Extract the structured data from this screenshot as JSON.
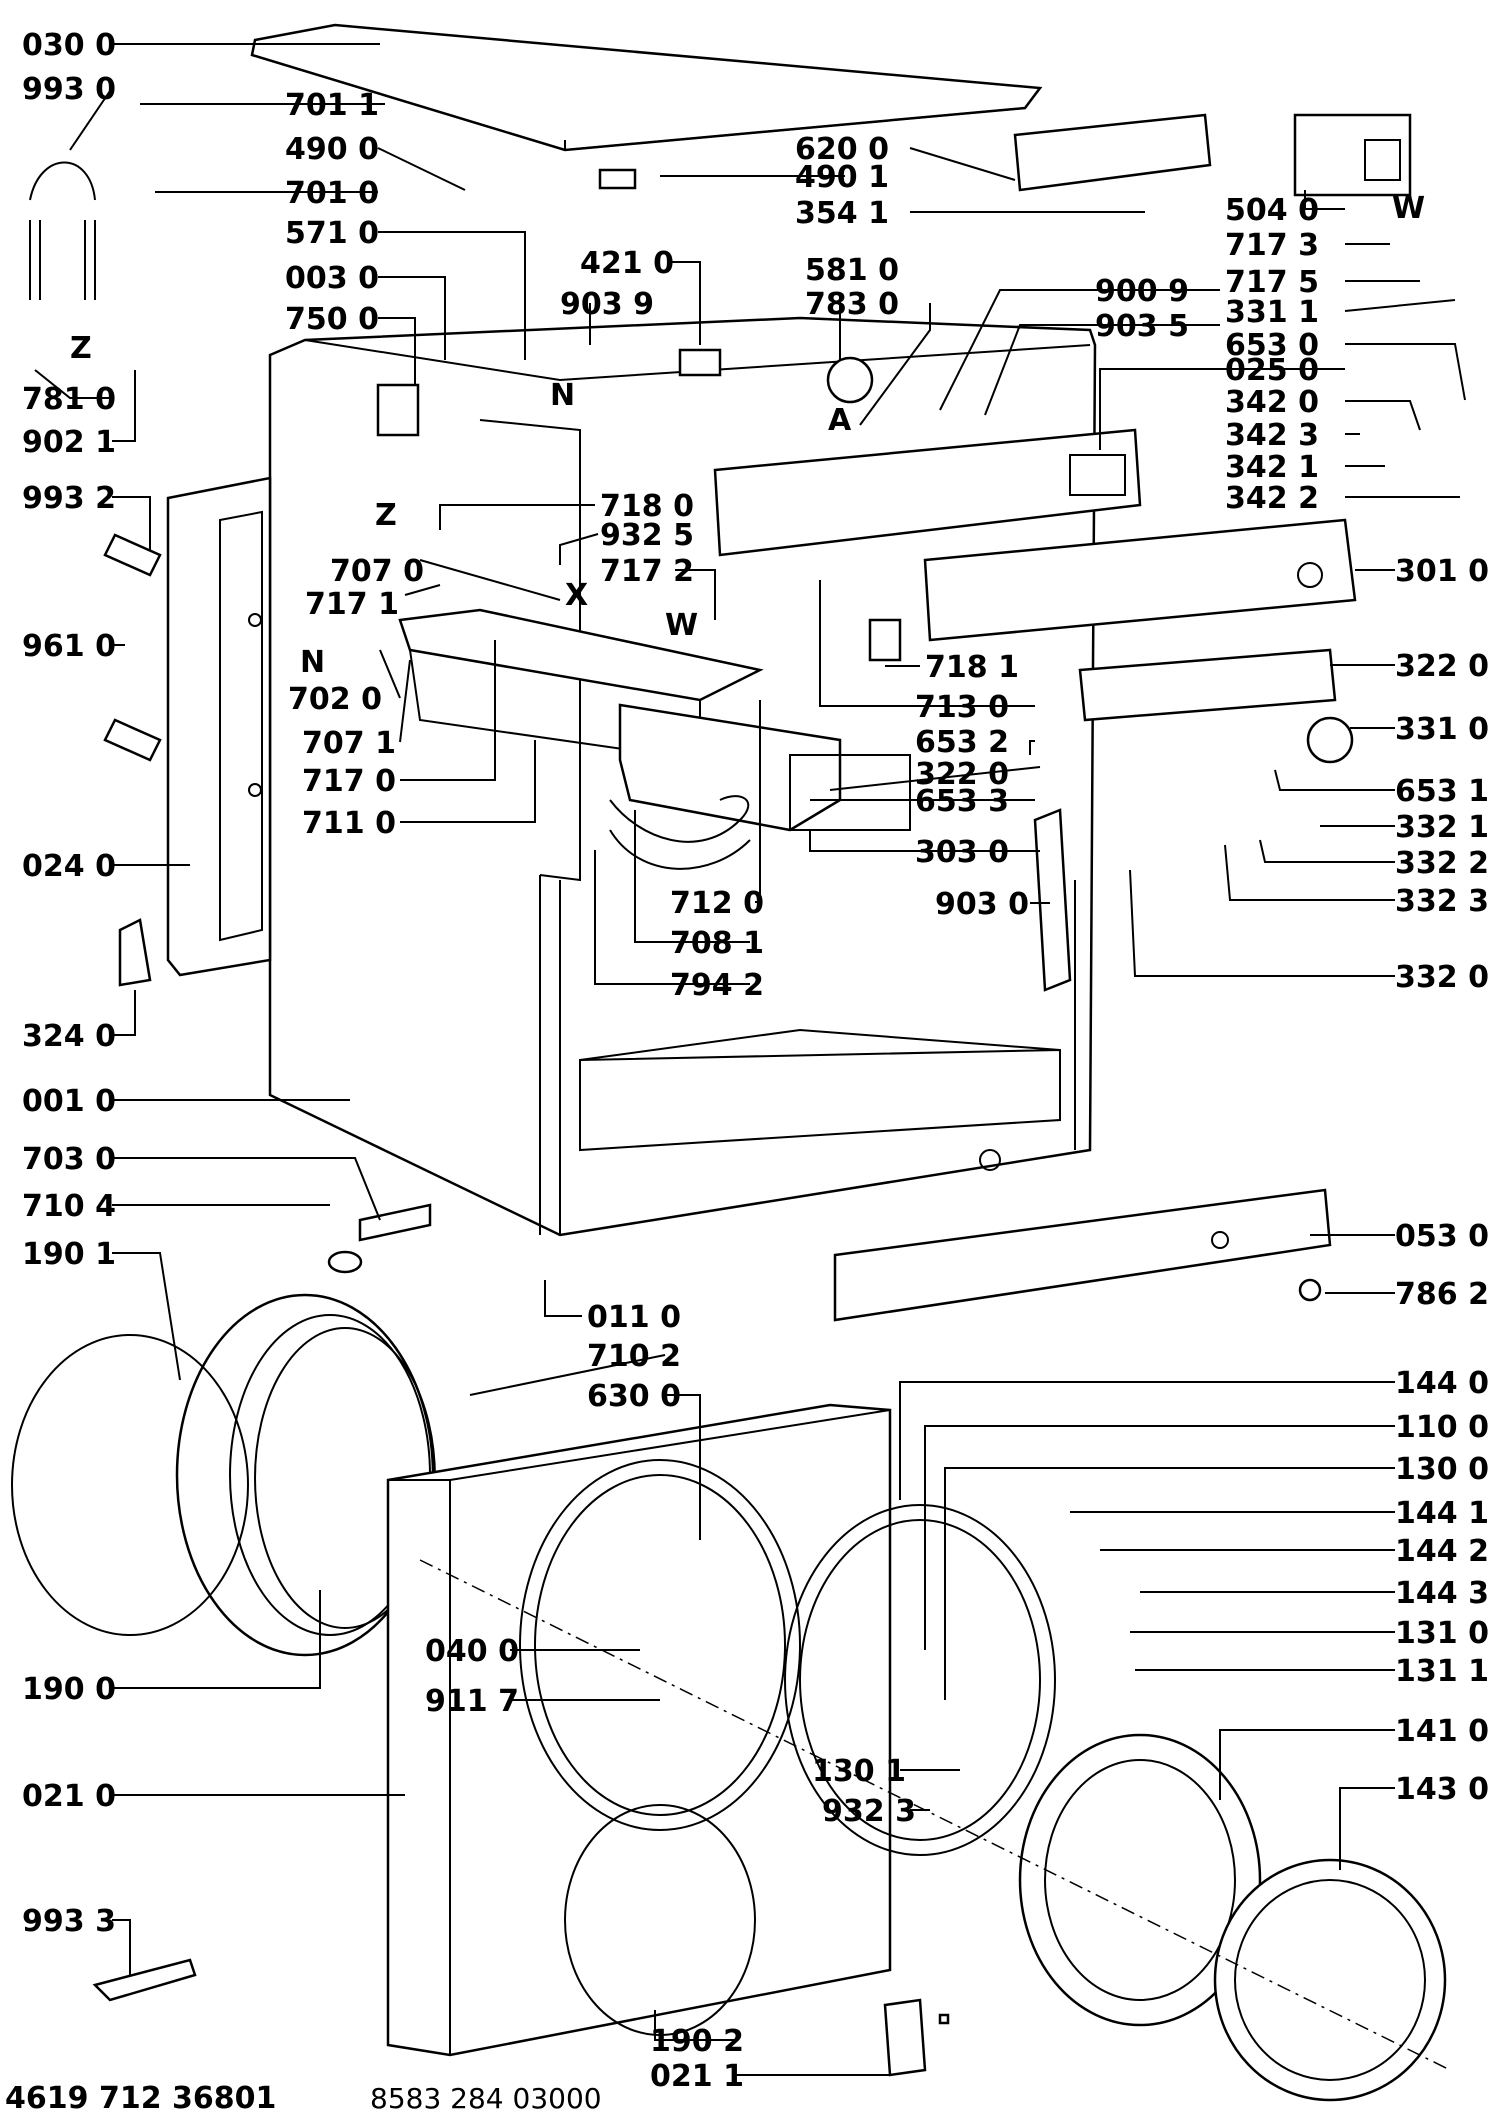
{
  "callouts_left": [
    {
      "code": "030 0"
    },
    {
      "code": "993 0"
    },
    {
      "code": "701 1"
    },
    {
      "code": "490 0"
    },
    {
      "code": "701 0"
    },
    {
      "code": "571 0"
    },
    {
      "code": "003 0"
    },
    {
      "code": "750 0"
    },
    {
      "code": "781 0"
    },
    {
      "code": "902 1"
    },
    {
      "code": "993 2"
    },
    {
      "code": "961 0"
    },
    {
      "code": "024 0"
    },
    {
      "code": "324 0"
    },
    {
      "code": "001 0"
    },
    {
      "code": "703 0"
    },
    {
      "code": "710 4"
    },
    {
      "code": "190 1"
    },
    {
      "code": "190 0"
    },
    {
      "code": "021 0"
    },
    {
      "code": "993 3"
    }
  ],
  "callouts_center": [
    {
      "code": "490 1"
    },
    {
      "code": "620 0"
    },
    {
      "code": "354 1"
    },
    {
      "code": "421 0"
    },
    {
      "code": "903 9"
    },
    {
      "code": "581 0"
    },
    {
      "code": "783 0"
    },
    {
      "code": "900 9"
    },
    {
      "code": "903 5"
    },
    {
      "code": "718 0"
    },
    {
      "code": "932 5"
    },
    {
      "code": "717 2"
    },
    {
      "code": "707 0"
    },
    {
      "code": "717 1"
    },
    {
      "code": "702 0"
    },
    {
      "code": "707 1"
    },
    {
      "code": "717 0"
    },
    {
      "code": "711 0"
    },
    {
      "code": "718 1"
    },
    {
      "code": "713 0"
    },
    {
      "code": "653 2"
    },
    {
      "code": "322 0"
    },
    {
      "code": "653 3"
    },
    {
      "code": "303 0"
    },
    {
      "code": "712 0"
    },
    {
      "code": "708 1"
    },
    {
      "code": "794 2"
    },
    {
      "code": "903 0"
    },
    {
      "code": "011 0"
    },
    {
      "code": "710 2"
    },
    {
      "code": "630 0"
    },
    {
      "code": "040 0"
    },
    {
      "code": "911 7"
    },
    {
      "code": "130 1"
    },
    {
      "code": "932 3"
    },
    {
      "code": "190 2"
    },
    {
      "code": "021 1"
    }
  ],
  "callouts_right": [
    {
      "code": "504 0"
    },
    {
      "code": "717 3"
    },
    {
      "code": "717 5"
    },
    {
      "code": "331 1"
    },
    {
      "code": "653 0"
    },
    {
      "code": "025 0"
    },
    {
      "code": "342 0"
    },
    {
      "code": "342 3"
    },
    {
      "code": "342 1"
    },
    {
      "code": "342 2"
    },
    {
      "code": "301 0"
    },
    {
      "code": "322 0"
    },
    {
      "code": "331 0"
    },
    {
      "code": "653 1"
    },
    {
      "code": "332 1"
    },
    {
      "code": "332 2"
    },
    {
      "code": "332 3"
    },
    {
      "code": "332 0"
    },
    {
      "code": "053 0"
    },
    {
      "code": "786 2"
    },
    {
      "code": "144 0"
    },
    {
      "code": "110 0"
    },
    {
      "code": "130 0"
    },
    {
      "code": "144 1"
    },
    {
      "code": "144 2"
    },
    {
      "code": "144 3"
    },
    {
      "code": "131 0"
    },
    {
      "code": "131 1"
    },
    {
      "code": "141 0"
    },
    {
      "code": "143 0"
    }
  ],
  "markers": [
    {
      "text": "Z"
    },
    {
      "text": "Z"
    },
    {
      "text": "N"
    },
    {
      "text": "N"
    },
    {
      "text": "A"
    },
    {
      "text": "X"
    },
    {
      "text": "W"
    },
    {
      "text": "W"
    }
  ],
  "footer": {
    "left_code": "4619 712 36801",
    "right_code": "8583 284 03000"
  }
}
